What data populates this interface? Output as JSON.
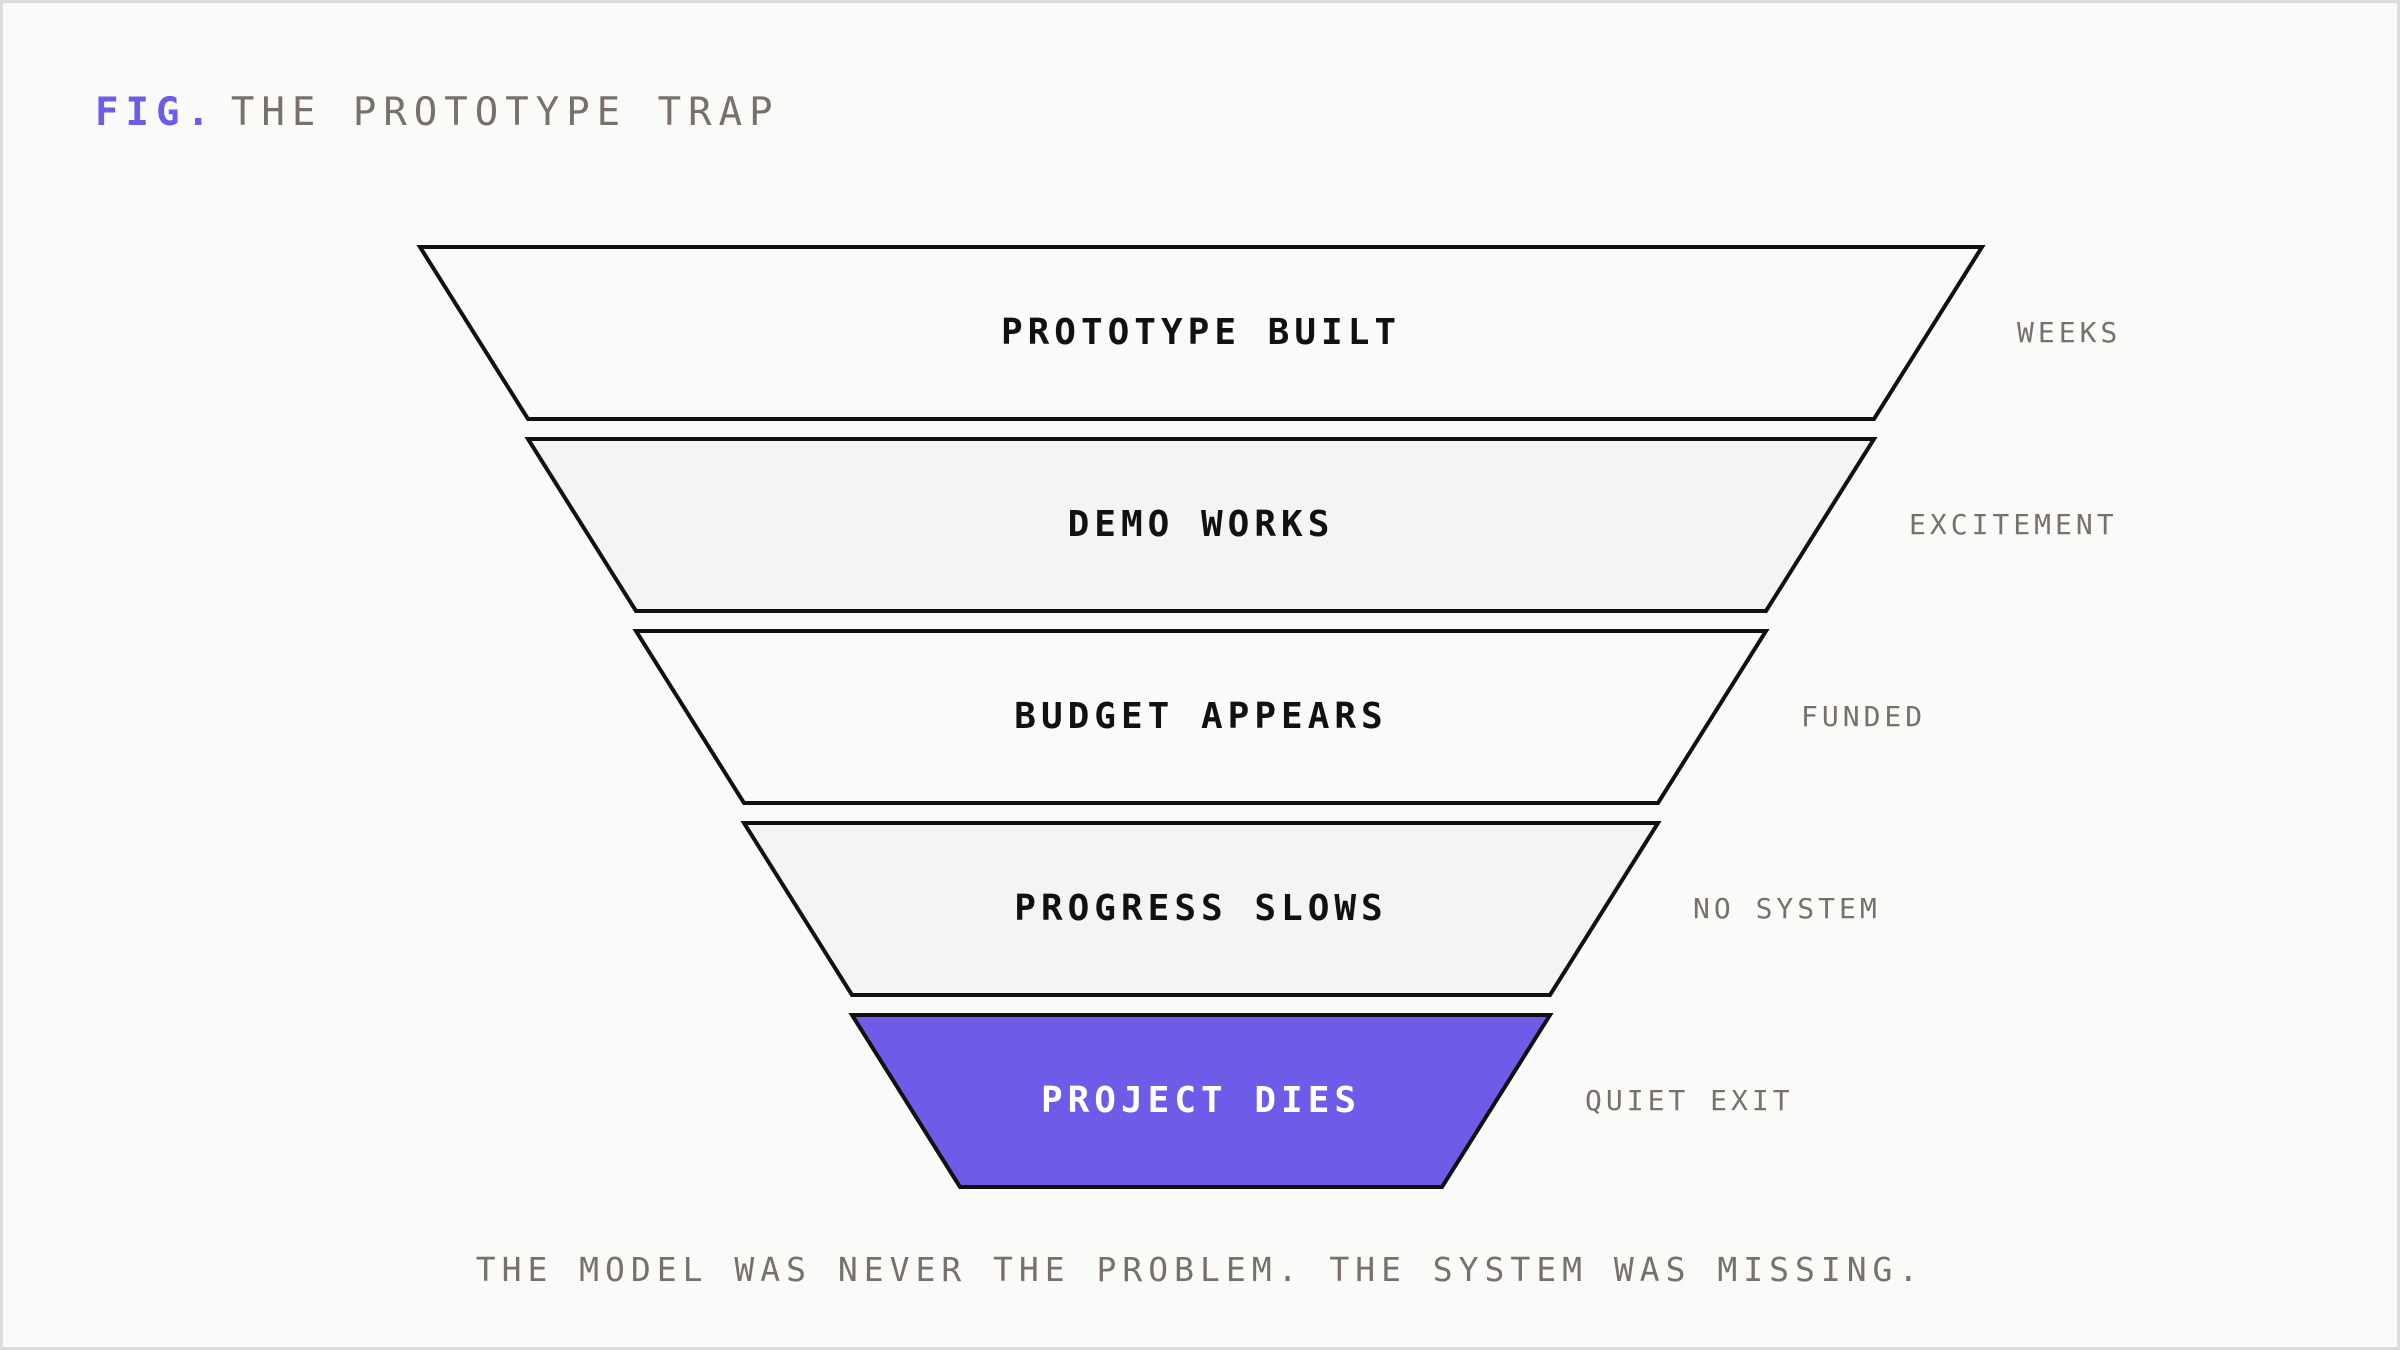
{
  "figure": {
    "label": "FIG.",
    "title": "THE PROTOTYPE TRAP"
  },
  "stages": [
    {
      "label": "PROTOTYPE BUILT",
      "note": "WEEKS",
      "fill": "#fafaf8",
      "text_color": "#111111"
    },
    {
      "label": "DEMO WORKS",
      "note": "EXCITEMENT",
      "fill": "#f4f4f2",
      "text_color": "#111111"
    },
    {
      "label": "BUDGET APPEARS",
      "note": "FUNDED",
      "fill": "#fafaf8",
      "text_color": "#111111"
    },
    {
      "label": "PROGRESS SLOWS",
      "note": "NO SYSTEM",
      "fill": "#f4f4f2",
      "text_color": "#111111"
    },
    {
      "label": "PROJECT DIES",
      "note": "QUIET EXIT",
      "fill": "#6c5ce7",
      "text_color": "#ffffff"
    }
  ],
  "caption": "THE MODEL WAS NEVER THE PROBLEM. THE SYSTEM WAS MISSING.",
  "colors": {
    "accent": "#6c5ce7",
    "stroke": "#111111",
    "muted_text": "#77706c",
    "background": "#fafaf8"
  }
}
